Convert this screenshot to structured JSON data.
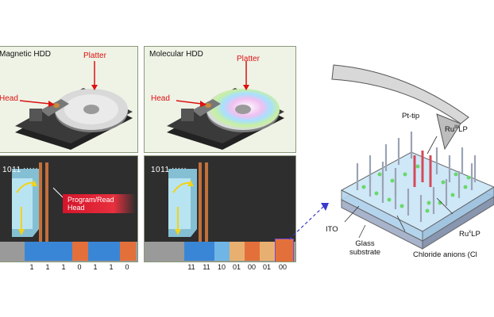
{
  "magnetic_panel": {
    "title": "Magnetic HDD",
    "platter_label": "Platter",
    "head_label": "Head",
    "sequence": "1011",
    "program_read_head": "Program/Read Head",
    "bits": [
      "1",
      "1",
      "1",
      "0",
      "1",
      "1",
      "0"
    ]
  },
  "molecular_panel": {
    "title": "Molecular HDD",
    "platter_label": "Platter",
    "head_label": "Head",
    "sequence": "1011",
    "bits": [
      "11",
      "11",
      "10",
      "01",
      "00",
      "01",
      "00"
    ]
  },
  "device": {
    "tip_label": "Pt-tip",
    "ru3_label": "Ru",
    "ru3_sup": "III",
    "ru3_suffix": "LP",
    "rux_label": "Ru",
    "rux_sup": "x",
    "rux_suffix": "LP",
    "ito_label": "ITO",
    "glass_label_line1": "Glass",
    "glass_label_line2": "substrate",
    "chloride_label": "Chloride anions (Cl"
  },
  "colors": {
    "accent_red": "#d11",
    "cell_blue": "#3a86d6",
    "cell_orange": "#e3703a",
    "panel_green": "#eef3e6",
    "arrow_blue": "#3a3acc"
  }
}
